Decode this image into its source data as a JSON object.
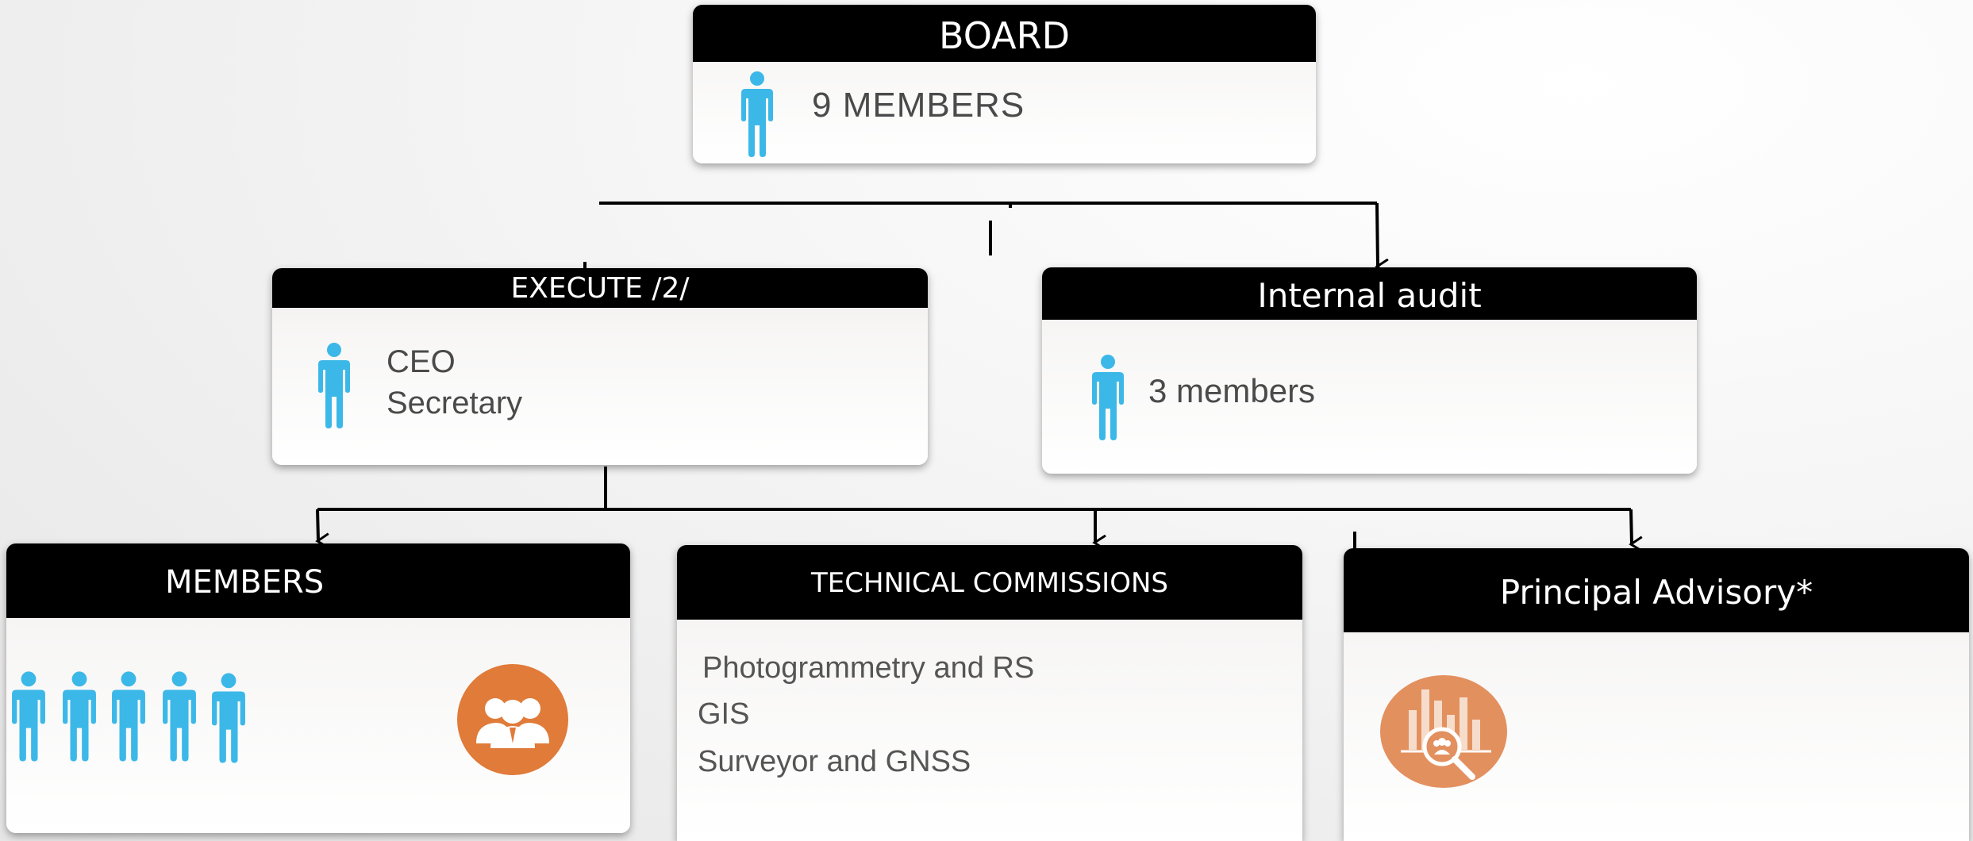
{
  "board": {
    "title": "BOARD",
    "members": "9 MEMBERS"
  },
  "execute": {
    "title": "EXECUTE /2/",
    "line1": "CEO",
    "line2": "Secretary"
  },
  "audit": {
    "title": "Internal audit",
    "members": "3 members"
  },
  "members_box": {
    "title": "MEMBERS"
  },
  "commissions": {
    "title": "TECHNICAL COMMISSIONS",
    "items": [
      "Photogrammetry and RS",
      "GIS",
      "Surveyor and GNSS"
    ]
  },
  "advisory": {
    "title": "Principal Advisory*"
  },
  "colors": {
    "person": "#3cb8e8",
    "accent": "#e07b39",
    "header": "#000000"
  },
  "icons": [
    "person-icon",
    "group-icon",
    "analytics-search-icon"
  ]
}
